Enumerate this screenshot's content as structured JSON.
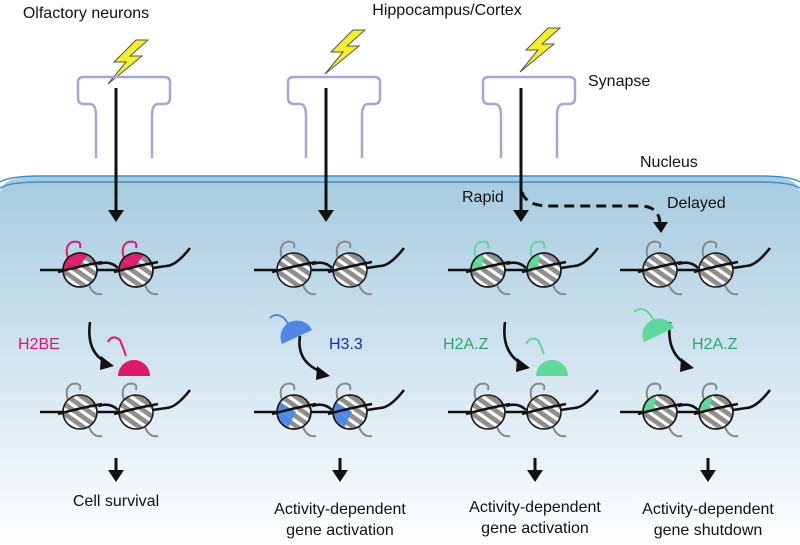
{
  "labels": {
    "olfactory": "Olfactory neurons",
    "hippocampus": "Hippocampus/Cortex",
    "synapse": "Synapse",
    "nucleus": "Nucleus",
    "rapid": "Rapid",
    "delayed": "Delayed"
  },
  "columns": [
    {
      "histone": "H2BE",
      "outcome_line1": "Cell survival",
      "outcome_line2": ""
    },
    {
      "histone": "H3.3",
      "outcome_line1": "Activity-dependent",
      "outcome_line2": "gene activation"
    },
    {
      "histone": "H2A.Z",
      "outcome_line1": "Activity-dependent",
      "outcome_line2": "gene activation"
    },
    {
      "histone": "H2A.Z",
      "outcome_line1": "Activity-dependent",
      "outcome_line2": "gene shutdown"
    }
  ],
  "colors": {
    "h2be": "#e0176a",
    "h33": "#4f86e8",
    "h33_label": "#1a28c8",
    "h2az": "#5fd99a",
    "h2az_label": "#2aa86a",
    "synapse": "#a7a6d6",
    "lightning": "#f3f02a",
    "nucleus_border": "#3d93c9",
    "histone": "#8e8e8e"
  },
  "icons": [
    "lightning-bolt-icon",
    "synapse-icon",
    "nucleosome-icon",
    "histone-variant-icon",
    "arrow-icon"
  ]
}
